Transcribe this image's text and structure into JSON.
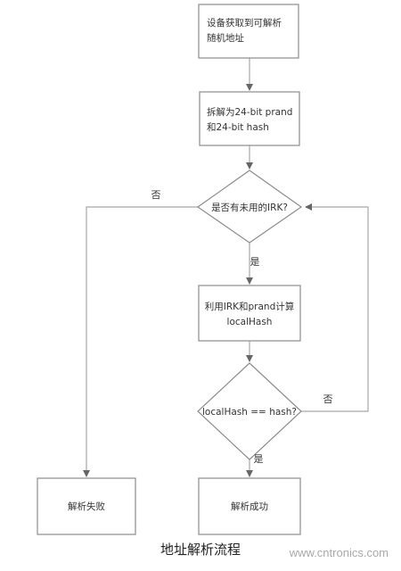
{
  "flowchart": {
    "nodes": {
      "start": [
        "设备获取到可解析",
        "随机地址"
      ],
      "split": [
        "拆解为24-bit prand",
        "和24-bit hash"
      ],
      "decision_irk": [
        "是否有未用的IRK?"
      ],
      "compute": [
        "利用IRK和prand计算",
        "localHash"
      ],
      "decision_hash": [
        "localHash == hash?"
      ],
      "fail": [
        "解析失败"
      ],
      "success": [
        "解析成功"
      ]
    },
    "edges": {
      "irk_no": "否",
      "irk_yes": "是",
      "hash_no": "否",
      "hash_yes": "是"
    },
    "colors": {
      "line": "#a7a7a7",
      "arrow": "#666666",
      "box_border": "#8c8c8c",
      "text": "#333333"
    }
  },
  "caption": "地址解析流程",
  "watermark": "www.cntronics.com"
}
